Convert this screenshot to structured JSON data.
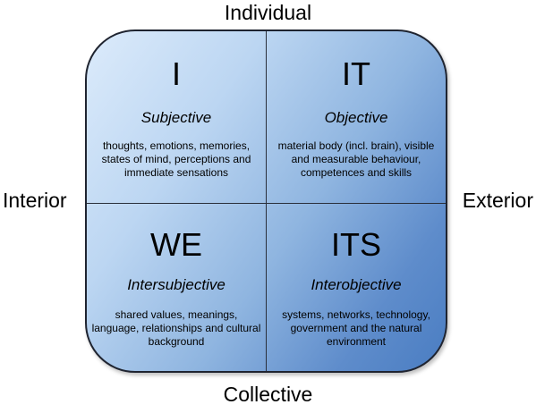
{
  "axes": {
    "top": "Individual",
    "bottom": "Collective",
    "left": "Interior",
    "right": "Exterior"
  },
  "quadrants": [
    {
      "letter": "I",
      "title": "Subjective",
      "description": "thoughts, emotions, memories, states of mind, perceptions and immediate sensations"
    },
    {
      "letter": "IT",
      "title": "Objective",
      "description": "material body (incl. brain), visible and measurable behaviour, competences and skills"
    },
    {
      "letter": "WE",
      "title": "Intersubjective",
      "description": "shared values, meanings, language, relationships and cultural background"
    },
    {
      "letter": "ITS",
      "title": "Interobjective",
      "description": "systems, networks, technology, government and the natural environment"
    }
  ],
  "colors": {
    "gradient_light": "#dcebfb",
    "gradient_dark": "#4a7dc2",
    "border": "#1f2430"
  }
}
